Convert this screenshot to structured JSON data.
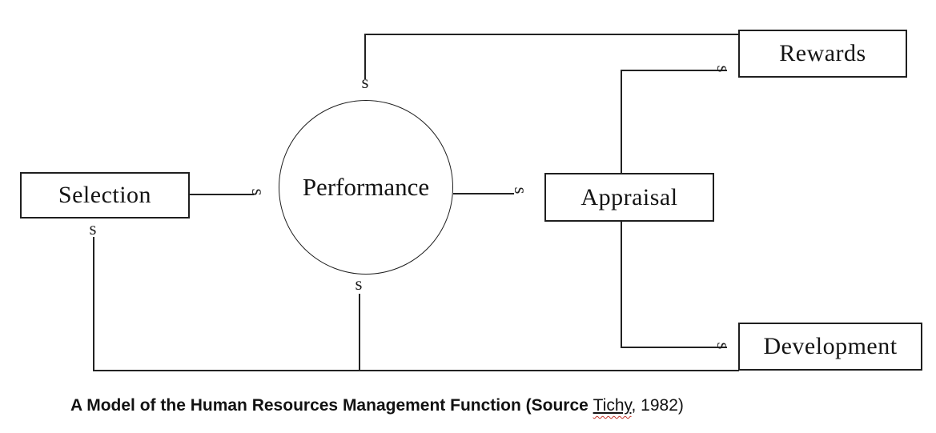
{
  "diagram": {
    "center_node": {
      "label": "Performance",
      "shape": "circle"
    },
    "nodes": {
      "selection": {
        "label": "Selection"
      },
      "appraisal": {
        "label": "Appraisal"
      },
      "rewards": {
        "label": "Rewards"
      },
      "development": {
        "label": "Development"
      }
    },
    "connector_glyph": "s",
    "colors": {
      "line": "#222222",
      "text": "#141414",
      "background": "#ffffff",
      "spellcheck_underline": "#c2342a"
    }
  },
  "caption": {
    "bold_text": "A Model of the Human Resources Management Function (Source ",
    "source_name": "Tichy",
    "suffix": ", 1982)"
  }
}
